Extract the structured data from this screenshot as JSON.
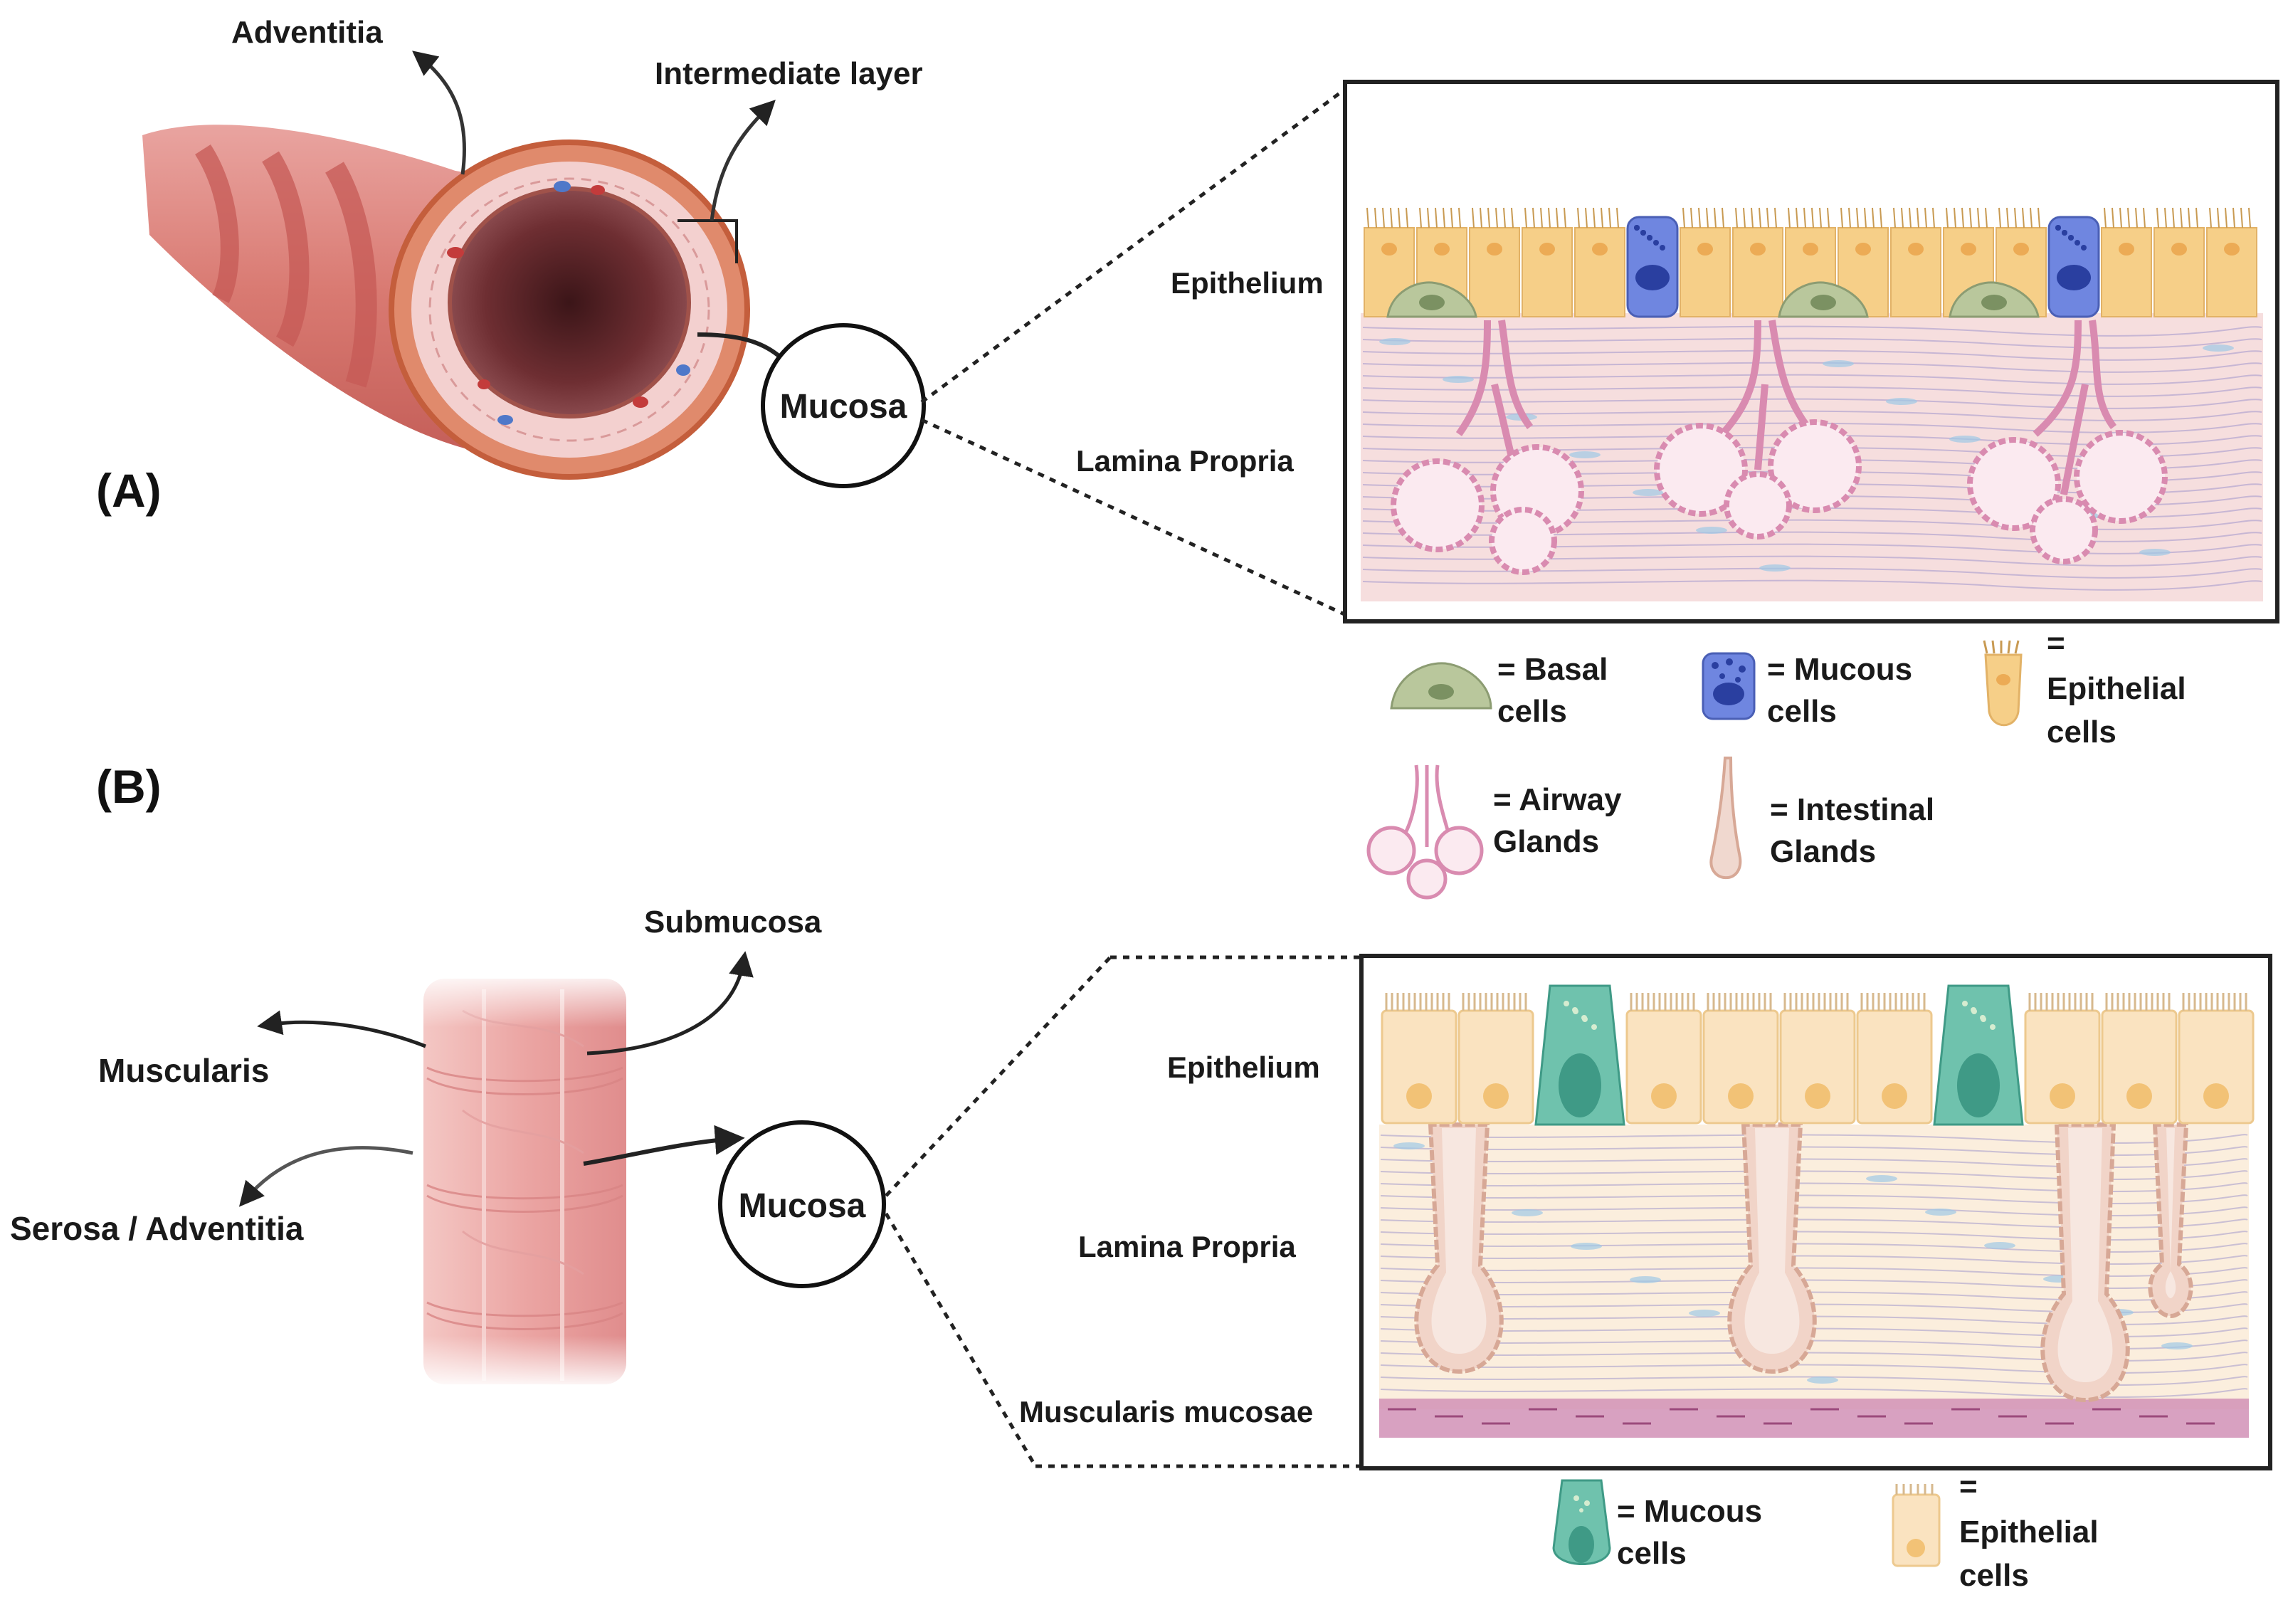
{
  "panel_a": {
    "tag": "(A)",
    "labels": {
      "adventitia": "Adventitia",
      "intermediate": "Intermediate layer",
      "mucosa": "Mucosa",
      "epithelium": "Epithelium",
      "lamina_propria": "Lamina Propria"
    },
    "legend": {
      "basal": [
        "= Basal",
        "cells"
      ],
      "mucous": [
        "= Mucous",
        "cells"
      ],
      "epithelial": [
        "=",
        "Epithelial",
        "cells"
      ],
      "airway": [
        "= Airway",
        "Glands"
      ],
      "intestinal": [
        "= Intestinal",
        "Glands"
      ]
    }
  },
  "panel_b": {
    "tag": "(B)",
    "labels": {
      "submucosa": "Submucosa",
      "muscularis": "Muscularis",
      "serosa": "Serosa / Adventitia",
      "mucosa": "Mucosa",
      "epithelium": "Epithelium",
      "lamina_propria": "Lamina Propria",
      "muscularis_mucosae": "Muscularis mucosae"
    },
    "legend": {
      "mucous": [
        "= Mucous",
        "cells"
      ],
      "epithelial": [
        "=",
        "Epithelial",
        "cells"
      ]
    }
  },
  "colors": {
    "tissue_pink": "#f6dede",
    "tissue_cream": "#fbeedd",
    "epithelial": "#f6cf88",
    "basal": "#b9c79c",
    "mucous_blue": "#6f86e0",
    "goblet_teal": "#6fc2ad",
    "gland_pink": "#d98bb0",
    "muscle": "#d190b6"
  }
}
